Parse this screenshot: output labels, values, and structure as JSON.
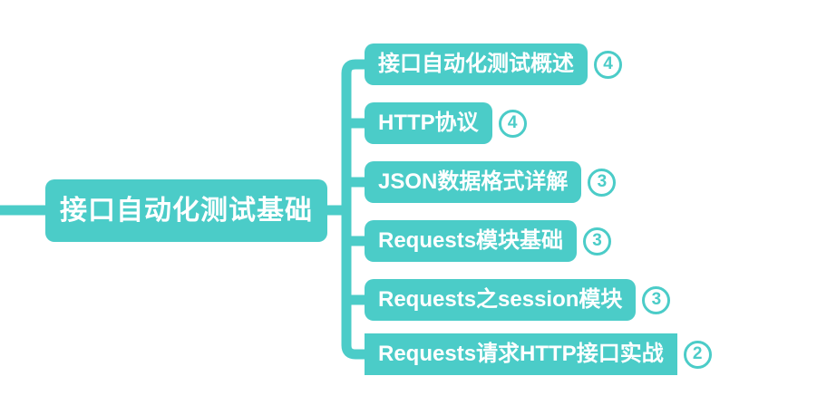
{
  "diagram": {
    "type": "mindmap",
    "accent_color": "#4bccc8",
    "node_text_color": "#ffffff",
    "background_color": "#ffffff",
    "root": {
      "label": "接口自动化测试基础"
    },
    "branches": [
      {
        "label": "接口自动化测试概述",
        "count": "4"
      },
      {
        "label": "HTTP协议",
        "count": "4"
      },
      {
        "label": "JSON数据格式详解",
        "count": "3"
      },
      {
        "label": "Requests模块基础",
        "count": "3"
      },
      {
        "label": "Requests之session模块",
        "count": "3"
      },
      {
        "label": "Requests请求HTTP接口实战",
        "count": "2"
      }
    ]
  }
}
